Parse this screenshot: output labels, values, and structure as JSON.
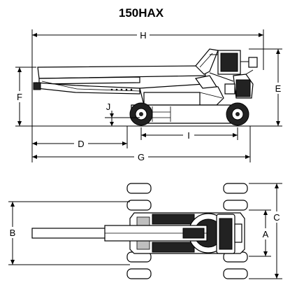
{
  "title": "150HAX",
  "dimension_labels": {
    "H": "H",
    "F": "F",
    "E": "E",
    "J": "J",
    "D": "D",
    "I": "I",
    "G": "G",
    "B": "B",
    "C": "C",
    "A": "A"
  }
}
